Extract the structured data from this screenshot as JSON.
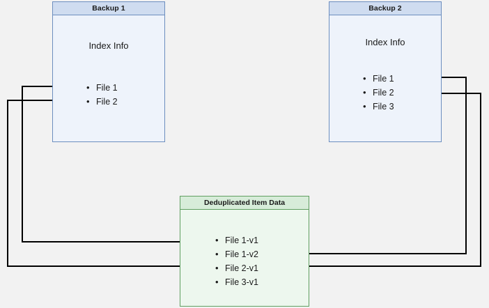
{
  "diagram": {
    "background_color": "#f2f2f2",
    "boxes": [
      {
        "id": "backup1",
        "header": "Backup 1",
        "title": "Index Info",
        "items": [
          "File 1",
          "File 2"
        ],
        "border_color": "#6c8ebf",
        "fill_color": "#eef3fb"
      },
      {
        "id": "backup2",
        "header": "Backup 2",
        "title": "Index Info",
        "items": [
          "File 1",
          "File 2",
          "File 3"
        ],
        "border_color": "#6c8ebf",
        "fill_color": "#eef3fb"
      },
      {
        "id": "dedup",
        "header": "Deduplicated Item Data",
        "title": "",
        "items": [
          "File 1-v1",
          "File 1-v2",
          "File 2-v1",
          "File 3-v1"
        ],
        "border_color": "#5f9e60",
        "fill_color": "#edf7ee"
      }
    ],
    "connectors": [
      {
        "from": "backup1.File 1",
        "to": "dedup.File 1-v1"
      },
      {
        "from": "backup1.File 2",
        "to": "dedup.File 2-v1"
      },
      {
        "from": "backup2.File 1",
        "to": "dedup.File 1-v2"
      },
      {
        "from": "backup2.File 2",
        "to": "dedup.File 2-v1"
      }
    ],
    "line_color": "#000000"
  }
}
